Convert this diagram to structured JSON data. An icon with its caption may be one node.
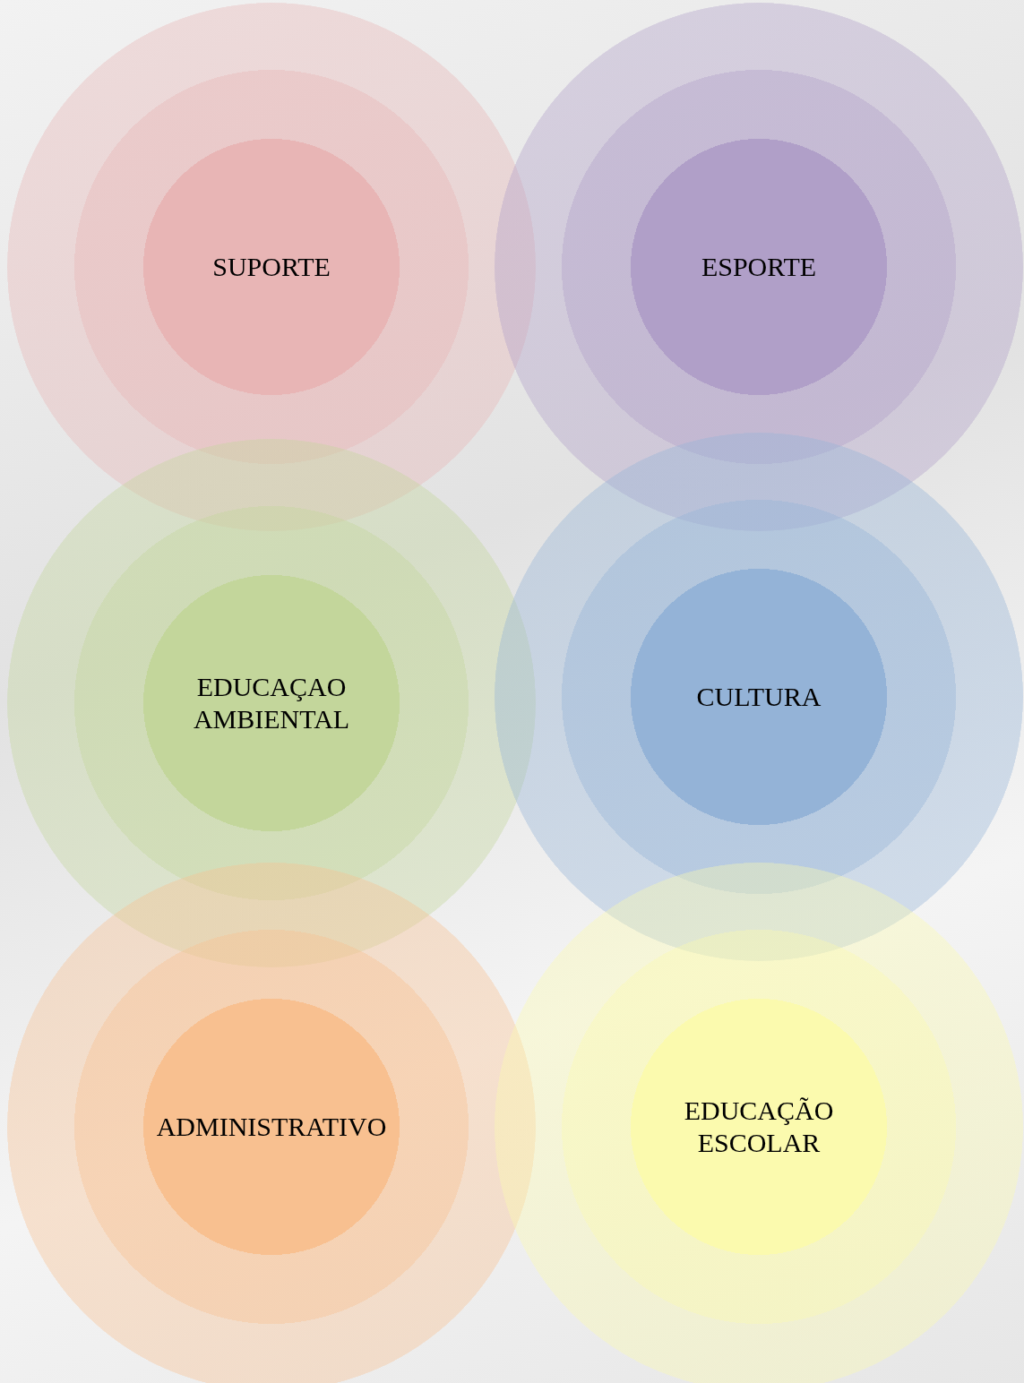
{
  "diagram": {
    "nodes": [
      {
        "text": [
          "SUPORTE"
        ]
      },
      {
        "text": [
          "ESPORTE"
        ]
      },
      {
        "text": [
          "EDUCAÇAO AMBIENTAL"
        ]
      },
      {
        "text": [
          "CULTURA"
        ]
      },
      {
        "text": [
          "ADMINISTRATIVO"
        ]
      },
      {
        "text": [
          "EDUCAÇÃO ESCOLAR"
        ]
      }
    ],
    "edges": []
  }
}
